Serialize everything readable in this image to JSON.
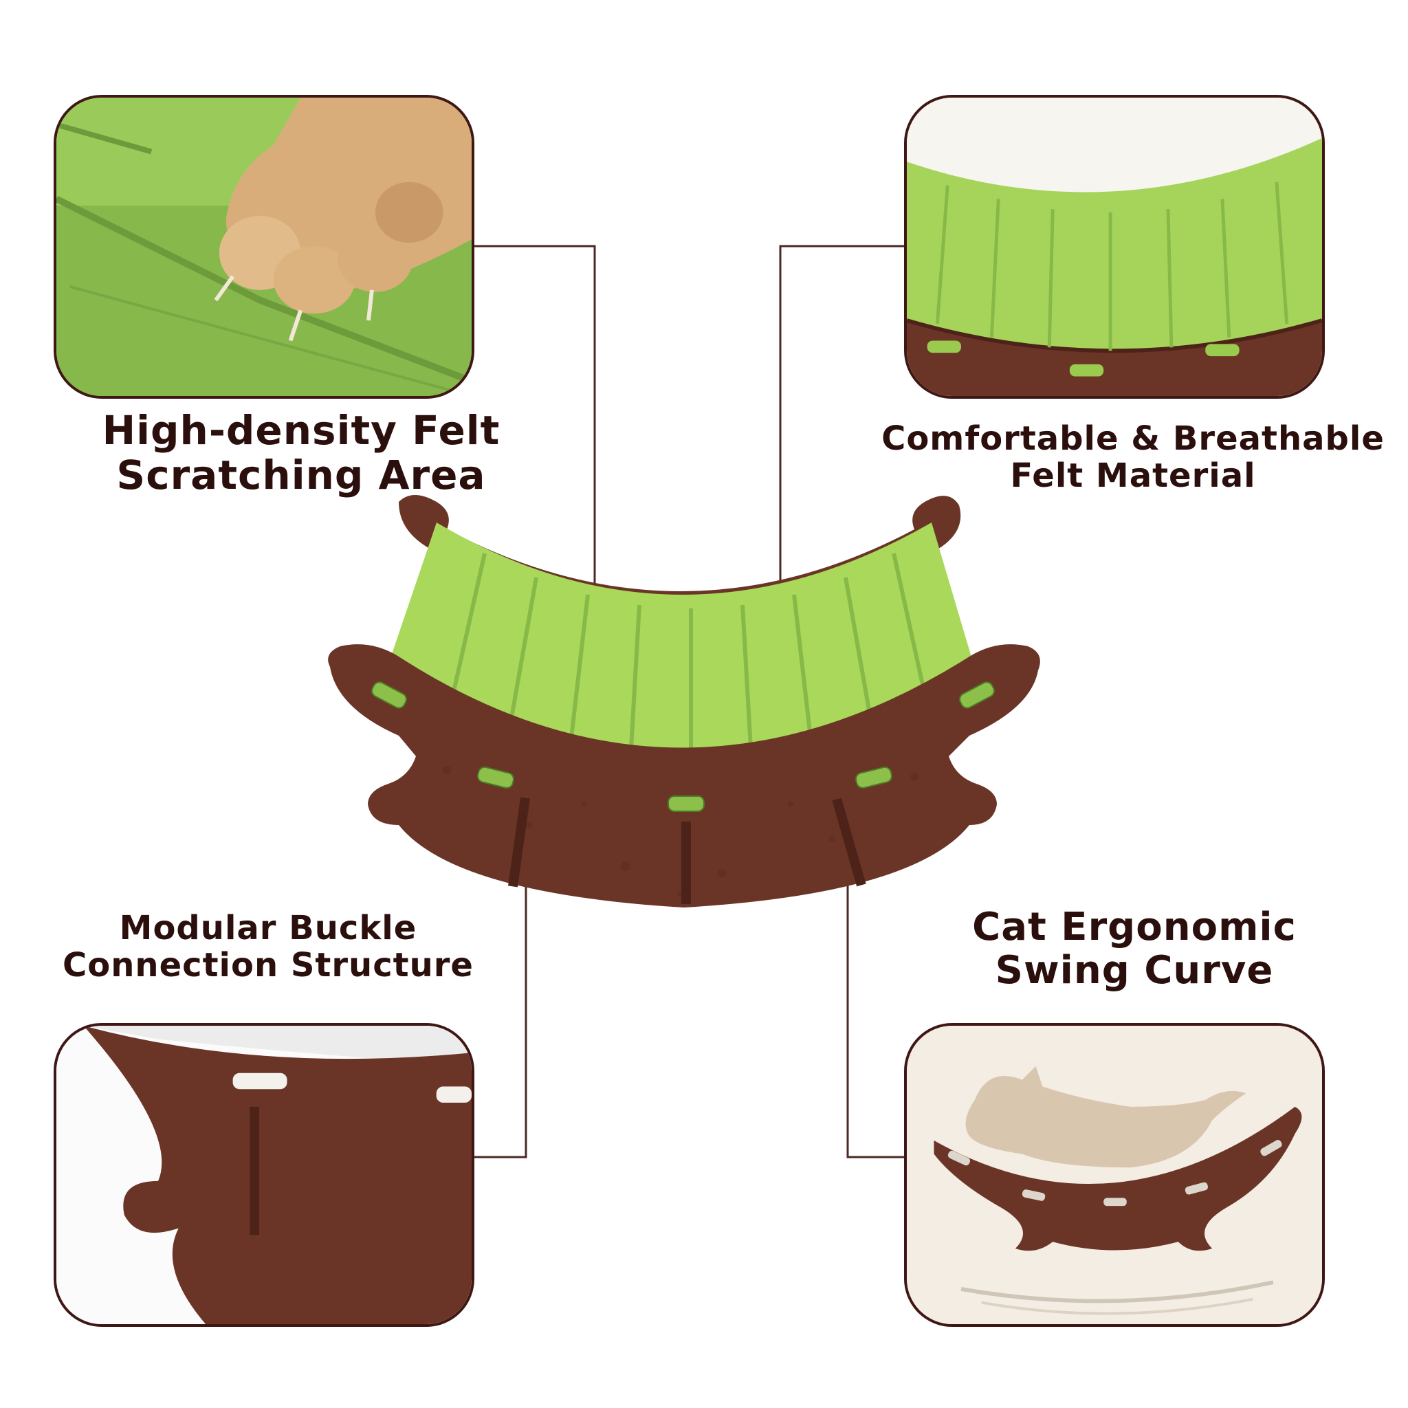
{
  "features": {
    "top_left": {
      "line1": "High-density Felt",
      "line2": "Scratching Area"
    },
    "top_right": {
      "line1": "Comfortable & Breathable",
      "line2": "Felt Material"
    },
    "bottom_left": {
      "line1": "Modular Buckle",
      "line2": "Connection Structure"
    },
    "bottom_right": {
      "line1": "Cat Ergonomic",
      "line2": "Swing Curve"
    }
  },
  "colors": {
    "felt_green": "#a9d85a",
    "felt_green_dark": "#8cc04a",
    "felt_brown": "#6a3527",
    "outline_dark": "#3f1714",
    "text_dark": "#2a0f0d"
  },
  "icons": {
    "panel_paw": "cat-paw-on-felt",
    "panel_felt": "felt-closeup",
    "panel_buckle": "buckle-closeup",
    "panel_cat": "cat-on-swing"
  }
}
